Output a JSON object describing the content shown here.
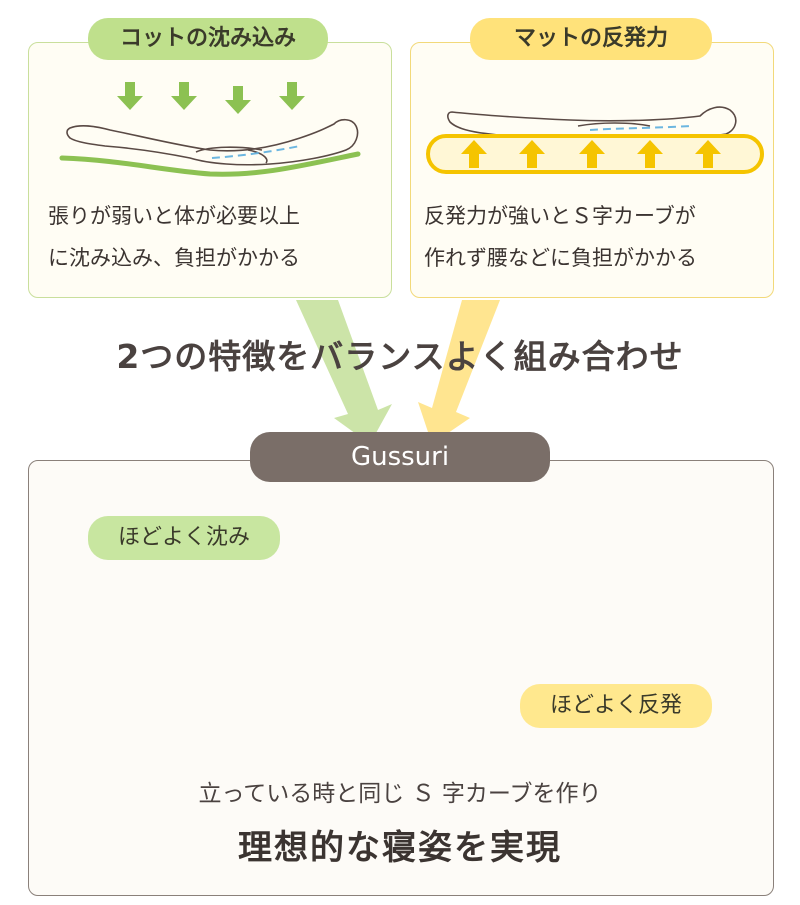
{
  "left_panel": {
    "label": "コットの沈み込み",
    "line1": "張りが弱いと体が必要以上",
    "line2": "に沈み込み、負担がかかる"
  },
  "right_panel": {
    "label": "マットの反発力",
    "line1": "反発力が強いとＳ字カーブが",
    "line2": "作れず腰などに負担がかかる"
  },
  "headline": "2つの特徴をバランスよく組み合わせ",
  "product": {
    "name": "Gussuri",
    "sink_label": "ほどよく沈み",
    "rebound_label": "ほどよく反発",
    "caption": "立っている時と同じ Ｓ 字カーブを作り",
    "result": "理想的な寝姿を実現"
  },
  "colors": {
    "green": "#8cc152",
    "yellow": "#f5c400",
    "red": "#e8513f",
    "spine_blue": "#6cb6e0",
    "outline": "#5a4a45"
  }
}
